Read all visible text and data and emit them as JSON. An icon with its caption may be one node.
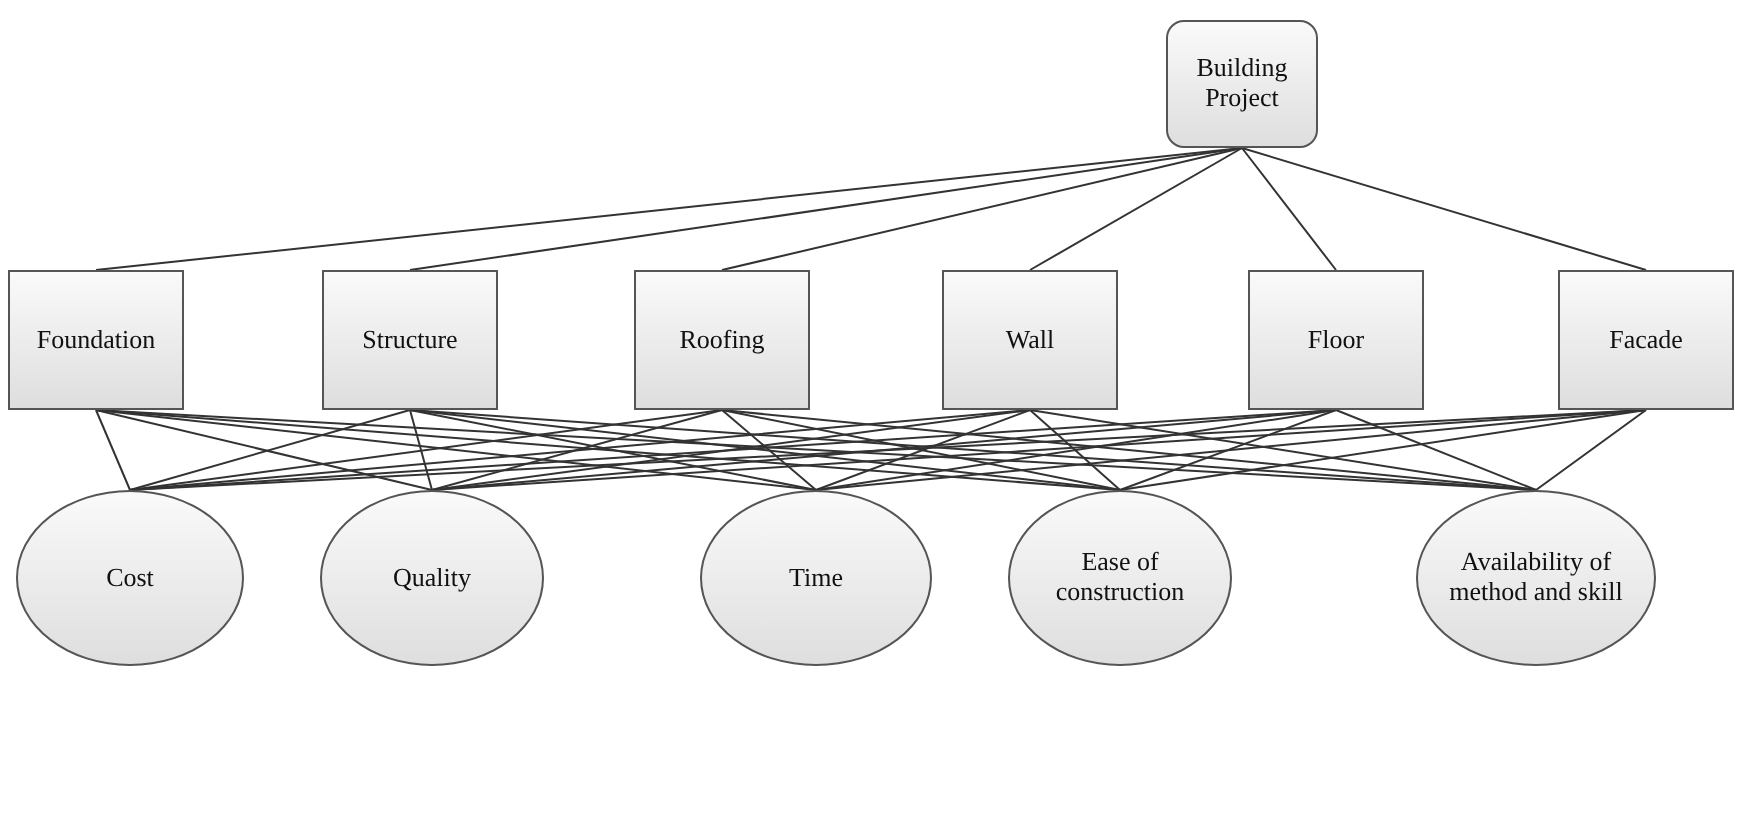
{
  "diagram": {
    "nodes": [
      {
        "text": [
          "Building Project"
        ]
      },
      {
        "text": [
          "Foundation"
        ]
      },
      {
        "text": [
          "Structure"
        ]
      },
      {
        "text": [
          "Roofing"
        ]
      },
      {
        "text": [
          "Wall"
        ]
      },
      {
        "text": [
          "Floor"
        ]
      },
      {
        "text": [
          "Facade"
        ]
      },
      {
        "text": [
          "Cost"
        ]
      },
      {
        "text": [
          "Quality"
        ]
      },
      {
        "text": [
          "Time"
        ]
      },
      {
        "text": [
          "Ease of construction"
        ]
      },
      {
        "text": [
          "Availability of method and skill"
        ]
      }
    ],
    "edges": [
      {
        "from": 0,
        "to": 1,
        "arrow": "none"
      },
      {
        "from": 0,
        "to": 2,
        "arrow": "none"
      },
      {
        "from": 0,
        "to": 3,
        "arrow": "none"
      },
      {
        "from": 0,
        "to": 4,
        "arrow": "none"
      },
      {
        "from": 0,
        "to": 5,
        "arrow": "none"
      },
      {
        "from": 0,
        "to": 6,
        "arrow": "none"
      },
      {
        "from": 1,
        "to": 7,
        "arrow": "none"
      },
      {
        "from": 1,
        "to": 8,
        "arrow": "none"
      },
      {
        "from": 1,
        "to": 9,
        "arrow": "none"
      },
      {
        "from": 1,
        "to": 10,
        "arrow": "none"
      },
      {
        "from": 1,
        "to": 11,
        "arrow": "none"
      },
      {
        "from": 2,
        "to": 7,
        "arrow": "none"
      },
      {
        "from": 2,
        "to": 8,
        "arrow": "none"
      },
      {
        "from": 2,
        "to": 9,
        "arrow": "none"
      },
      {
        "from": 2,
        "to": 10,
        "arrow": "none"
      },
      {
        "from": 2,
        "to": 11,
        "arrow": "none"
      },
      {
        "from": 3,
        "to": 7,
        "arrow": "none"
      },
      {
        "from": 3,
        "to": 8,
        "arrow": "none"
      },
      {
        "from": 3,
        "to": 9,
        "arrow": "none"
      },
      {
        "from": 3,
        "to": 10,
        "arrow": "none"
      },
      {
        "from": 3,
        "to": 11,
        "arrow": "none"
      },
      {
        "from": 4,
        "to": 7,
        "arrow": "none"
      },
      {
        "from": 4,
        "to": 8,
        "arrow": "none"
      },
      {
        "from": 4,
        "to": 9,
        "arrow": "none"
      },
      {
        "from": 4,
        "to": 10,
        "arrow": "none"
      },
      {
        "from": 4,
        "to": 11,
        "arrow": "none"
      },
      {
        "from": 5,
        "to": 7,
        "arrow": "none"
      },
      {
        "from": 5,
        "to": 8,
        "arrow": "none"
      },
      {
        "from": 5,
        "to": 9,
        "arrow": "none"
      },
      {
        "from": 5,
        "to": 10,
        "arrow": "none"
      },
      {
        "from": 5,
        "to": 11,
        "arrow": "none"
      },
      {
        "from": 6,
        "to": 7,
        "arrow": "none"
      },
      {
        "from": 6,
        "to": 8,
        "arrow": "none"
      },
      {
        "from": 6,
        "to": 9,
        "arrow": "none"
      },
      {
        "from": 6,
        "to": 10,
        "arrow": "none"
      },
      {
        "from": 6,
        "to": 11,
        "arrow": "none"
      }
    ]
  }
}
